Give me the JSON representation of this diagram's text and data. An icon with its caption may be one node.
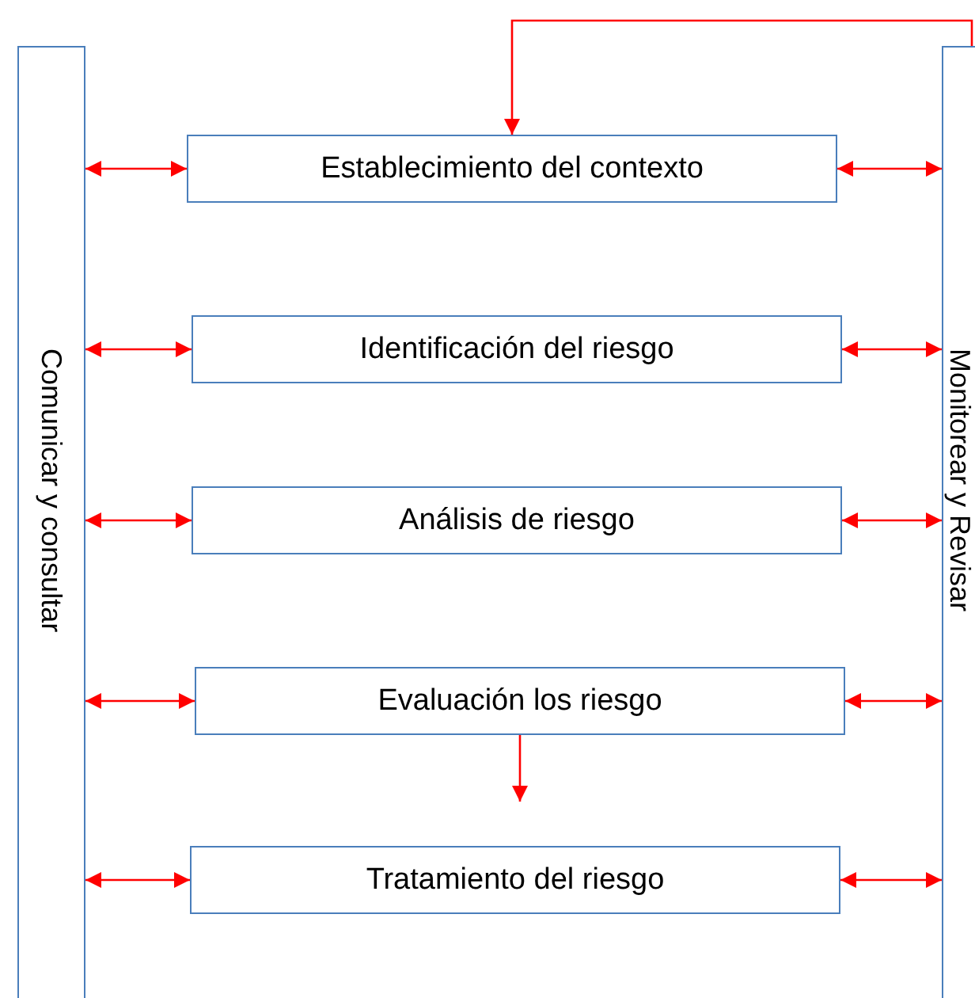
{
  "diagram": {
    "nodes": [
      {
        "text": [
          "Comunicar y consultar"
        ]
      },
      {
        "text": [
          "Establecimiento del contexto"
        ]
      },
      {
        "text": [
          "Identificación del riesgo"
        ]
      },
      {
        "text": [
          "Análisis de riesgo"
        ]
      },
      {
        "text": [
          "Evaluación los riesgo"
        ]
      },
      {
        "text": [
          "Tratamiento del riesgo"
        ]
      },
      {
        "text": [
          "Monitorear y Revisar"
        ]
      }
    ],
    "edges": [
      {
        "from": 6,
        "to": 1,
        "arrow": "to"
      },
      {
        "from": 0,
        "to": 1,
        "arrow": "both"
      },
      {
        "from": 1,
        "to": 6,
        "arrow": "both"
      },
      {
        "from": 0,
        "to": 2,
        "arrow": "both"
      },
      {
        "from": 2,
        "to": 6,
        "arrow": "both"
      },
      {
        "from": 0,
        "to": 3,
        "arrow": "both"
      },
      {
        "from": 3,
        "to": 6,
        "arrow": "both"
      },
      {
        "from": 0,
        "to": 4,
        "arrow": "both"
      },
      {
        "from": 4,
        "to": 6,
        "arrow": "both"
      },
      {
        "from": 4,
        "to": 5,
        "arrow": "to"
      },
      {
        "from": 0,
        "to": 5,
        "arrow": "both"
      },
      {
        "from": 5,
        "to": 6,
        "arrow": "both"
      }
    ]
  }
}
